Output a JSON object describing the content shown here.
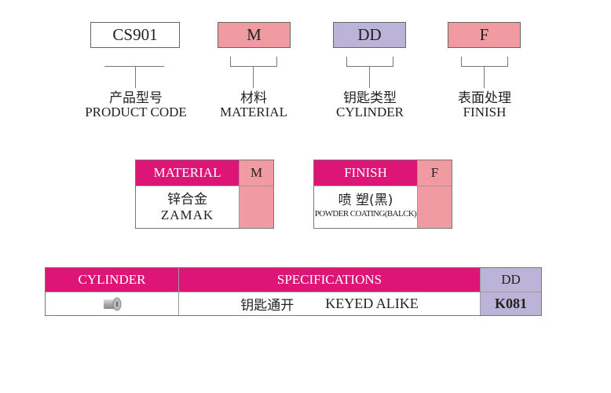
{
  "codes": [
    {
      "value": "CS901",
      "label_cn": "产品型号",
      "label_en": "PRODUCT CODE"
    },
    {
      "value": "M",
      "label_cn": "材料",
      "label_en": "MATERIAL",
      "color": "#f09aa2"
    },
    {
      "value": "DD",
      "label_cn": "钥匙类型",
      "label_en": "CYLINDER",
      "color": "#bcb3d8"
    },
    {
      "value": "F",
      "label_cn": "表面处理",
      "label_en": "FINISH",
      "color": "#f09aa2"
    }
  ],
  "material_table": {
    "header": "MATERIAL",
    "code": "M",
    "value_cn": "锌合金",
    "value_en": "ZAMAK"
  },
  "finish_table": {
    "header": "FINISH",
    "code": "F",
    "value_cn": "喷 塑(黑)",
    "value_en": "POWDER COATING(BALCK)"
  },
  "cylinder_table": {
    "headers": [
      "CYLINDER",
      "SPECIFICATIONS",
      "DD"
    ],
    "spec_cn": "钥匙通开",
    "spec_en": "KEYED ALIKE",
    "code": "K081",
    "icon": "cylinder-lock-icon"
  },
  "colors": {
    "header": "#dc1577",
    "pink": "#f09aa2",
    "lavender": "#bcb3d8"
  }
}
